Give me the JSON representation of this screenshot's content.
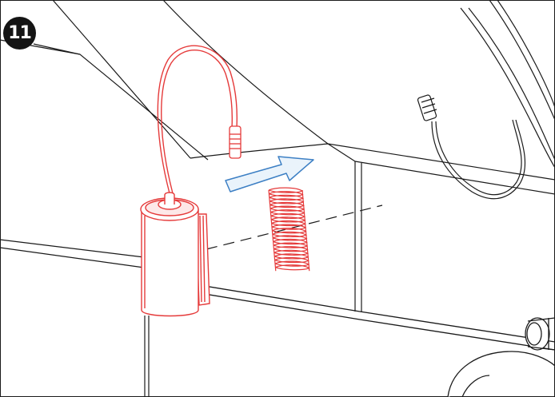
{
  "step": {
    "number": "11"
  },
  "colors": {
    "line_art": "#1a1a1a",
    "highlight": "#e53a3a",
    "highlight_fill": "#fde8e8",
    "arrow": "#3c7fc4",
    "arrow_fill": "#eaf3fb",
    "badge": "#141414"
  },
  "icons": {
    "device": "cylindrical-sensor-with-cable",
    "tape": "adhesive-velcro-strip",
    "arrow": "direction-arrow-icon",
    "connector": "cable-plug-connector"
  }
}
